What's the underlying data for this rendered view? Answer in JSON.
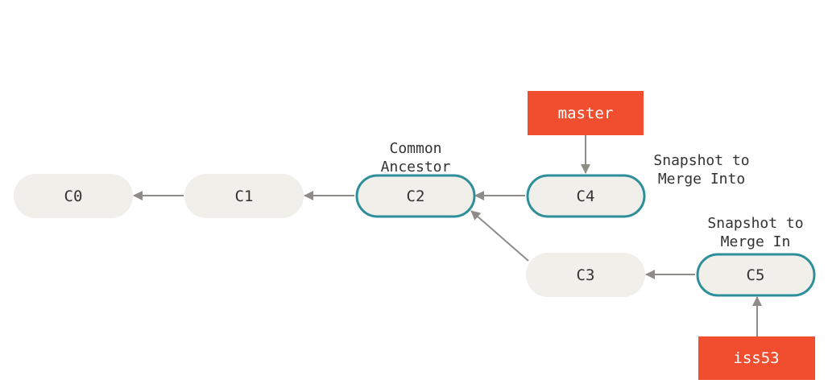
{
  "commits": {
    "c0": "C0",
    "c1": "C1",
    "c2": "C2",
    "c3": "C3",
    "c4": "C4",
    "c5": "C5"
  },
  "branches": {
    "master": "master",
    "iss53": "iss53"
  },
  "annotations": {
    "common_ancestor_line1": "Common",
    "common_ancestor_line2": "Ancestor",
    "merge_into_line1": "Snapshot to",
    "merge_into_line2": "Merge Into",
    "merge_in_line1": "Snapshot to",
    "merge_in_line2": "Merge In"
  },
  "colors": {
    "node_fill": "#f0efe9",
    "highlight_stroke": "#2e8f9a",
    "branch_fill": "#f04e2f",
    "arrow": "#8f8c88"
  }
}
